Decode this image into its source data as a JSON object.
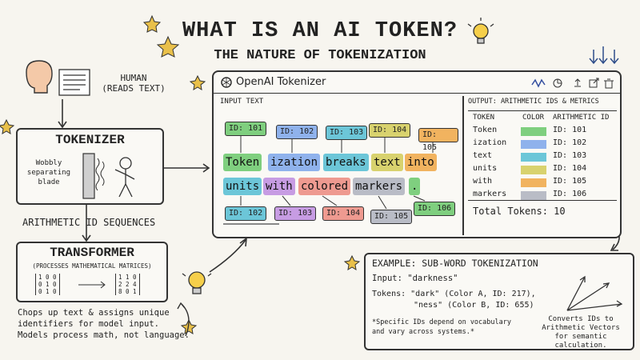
{
  "title": "WHAT IS AN AI TOKEN?",
  "subtitle": "THE NATURE OF TOKENIZATION",
  "human": {
    "label": "HUMAN",
    "sublabel": "(READS TEXT)"
  },
  "tokenizer": {
    "title": "TOKENIZER",
    "blade_label": "Wobbly separating blade"
  },
  "arithmetic_label": "ARITHMETIC ID SEQUENCES",
  "transformer": {
    "title": "TRANSFORMER",
    "sublabel": "(PROCESSES MATHEMATICAL MATRICES)",
    "matrix_a": [
      "1 0 0",
      "0 1 0",
      "0 1 0"
    ],
    "matrix_b": [
      "1 1 0",
      "2 2 4",
      "8 0 1"
    ]
  },
  "caption": [
    "Chops up text & assigns unique",
    "identifiers for model input.",
    "Models process math, not language."
  ],
  "window": {
    "title": "OpenAI Tokenizer",
    "input_label": "INPUT TEXT",
    "output_label": "OUTPUT: ARITHMETIC IDS & METRICS",
    "tokens_row1": [
      {
        "text": "Token",
        "color": "#7fcf7f"
      },
      {
        "text": "ization",
        "color": "#8fb2ec"
      },
      {
        "text": "breaks",
        "color": "#6cc6d8"
      },
      {
        "text": "text",
        "color": "#d8d26e"
      },
      {
        "text": "into",
        "color": "#f1b35f"
      }
    ],
    "tokens_row2": [
      {
        "text": "units",
        "color": "#6cc6d8"
      },
      {
        "text": "with",
        "color": "#c79ce3"
      },
      {
        "text": "colored",
        "color": "#ee9a90"
      },
      {
        "text": "markers",
        "color": "#b9bcc6"
      },
      {
        "text": ".",
        "color": "#7fcf7f"
      }
    ],
    "ids_top": [
      "ID: 101",
      "ID: 102",
      "ID: 103",
      "ID: 104",
      "ID: 105"
    ],
    "ids_bottom": [
      "ID: 102",
      "ID: 103",
      "ID: 104",
      "ID: 105",
      "ID: 106"
    ],
    "table_headers": [
      "TOKEN",
      "COLOR",
      "ARITHMETIC ID"
    ],
    "table_rows": [
      {
        "token": "Token",
        "color": "#7fcf7f",
        "id": "ID: 101"
      },
      {
        "token": "ization",
        "color": "#8fb2ec",
        "id": "ID: 102"
      },
      {
        "token": "text",
        "color": "#6cc6d8",
        "id": "ID: 103"
      },
      {
        "token": "units",
        "color": "#d8d26e",
        "id": "ID: 104"
      },
      {
        "token": "with",
        "color": "#f1b35f",
        "id": "ID: 105"
      },
      {
        "token": "markers",
        "color": "#b9bcc6",
        "id": "ID: 106"
      }
    ],
    "total": "Total Tokens: 10"
  },
  "example": {
    "title": "EXAMPLE: SUB-WORD TOKENIZATION",
    "input": "Input: \"darkness\"",
    "tokens_line1": "Tokens: \"dark\" (Color A, ID: 217),",
    "tokens_line2": "\"ness\" (Color B, ID: 655)",
    "note_line1": "*Specific IDs depend on vocabulary",
    "note_line2": "and vary across systems.*",
    "vector_line1": "Converts IDs to",
    "vector_line2": "Arithmetic Vectors",
    "vector_line3": "for semantic calculation."
  }
}
